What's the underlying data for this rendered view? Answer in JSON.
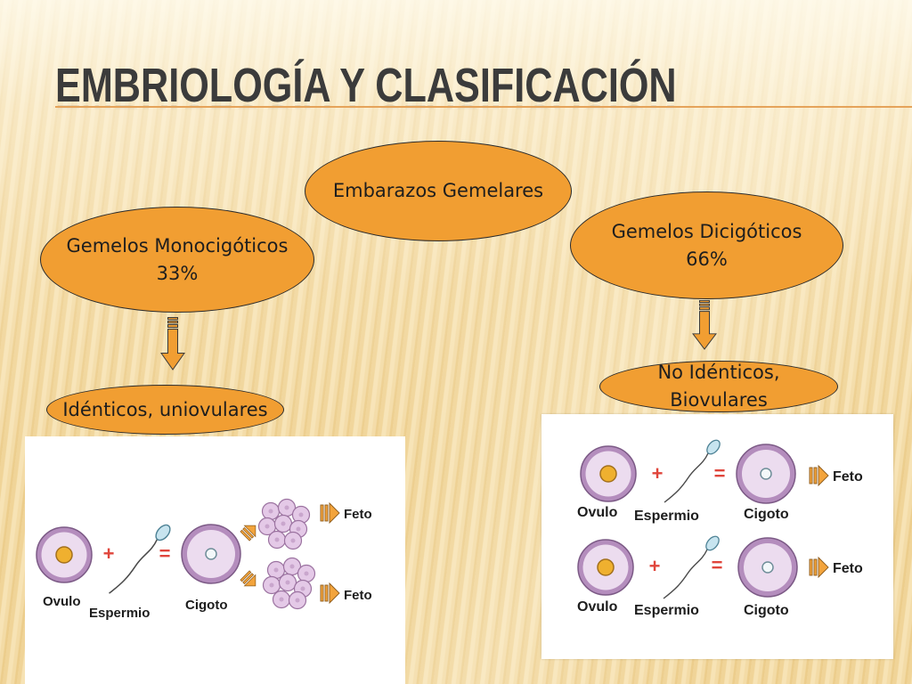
{
  "slide": {
    "title": "EMBRIOLOGÍA Y CLASIFICACIÓN"
  },
  "diagram": {
    "root": {
      "label": "Embarazos Gemelares"
    },
    "monocigoticos": {
      "line1": "Gemelos Monocigóticos",
      "line2": "33%"
    },
    "dicigoticos": {
      "line1": "Gemelos Dicigóticos",
      "line2": "66%"
    },
    "identicos": {
      "label": "Idénticos, uniovulares"
    },
    "no_identicos": {
      "line1": "No Idénticos,",
      "line2": "Biovulares"
    },
    "arrow_icon": "down-arrow-icon"
  },
  "figures": {
    "monocigoticos": {
      "ovulo": "Ovulo",
      "plus": "+",
      "espermio": "Espermio",
      "equals": "=",
      "cigoto": "Cigoto",
      "feto_top": "Feto",
      "feto_bottom": "Feto"
    },
    "dicigoticos": {
      "rows": [
        {
          "ovulo": "Ovulo",
          "plus": "+",
          "espermio": "Espermio",
          "equals": "=",
          "cigoto": "Cigoto",
          "feto": "Feto"
        },
        {
          "ovulo": "Ovulo",
          "plus": "+",
          "espermio": "Espermio",
          "equals": "=",
          "cigoto": "Cigoto",
          "feto": "Feto"
        }
      ]
    }
  },
  "colors": {
    "node_fill": "#f19e32",
    "node_stroke": "#2b2b2b",
    "title_text": "#3b3b3b",
    "accent_line": "#e5a35a",
    "arrow_fill": "#f19e32",
    "operator": "#e0453b"
  }
}
